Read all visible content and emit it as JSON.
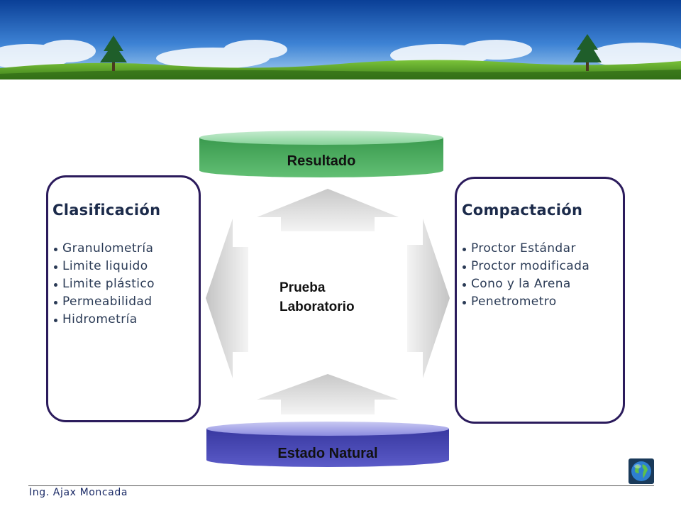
{
  "top": {
    "label": "Resultado"
  },
  "bottom": {
    "label": "Estado Natural"
  },
  "center": {
    "line1": "Prueba",
    "line2": "Laboratorio"
  },
  "left_card": {
    "title": "Clasificación",
    "items": [
      "Granulometría",
      "Limite liquido",
      "Limite plástico",
      "Permeabilidad",
      "Hidrometría"
    ]
  },
  "right_card": {
    "title": "Compactación",
    "items": [
      "Proctor Estándar",
      "Proctor modificada",
      "Cono y la Arena",
      "Penetrometro"
    ]
  },
  "footer": {
    "author": "Ing. Ajax Moncada"
  },
  "colors": {
    "top_drum": "#3f9d55",
    "bottom_drum": "#3a3aa3",
    "card_border": "#2b1b5c",
    "arrow": "#d0d0d0"
  },
  "icons": {
    "logo": "globe-icon"
  }
}
